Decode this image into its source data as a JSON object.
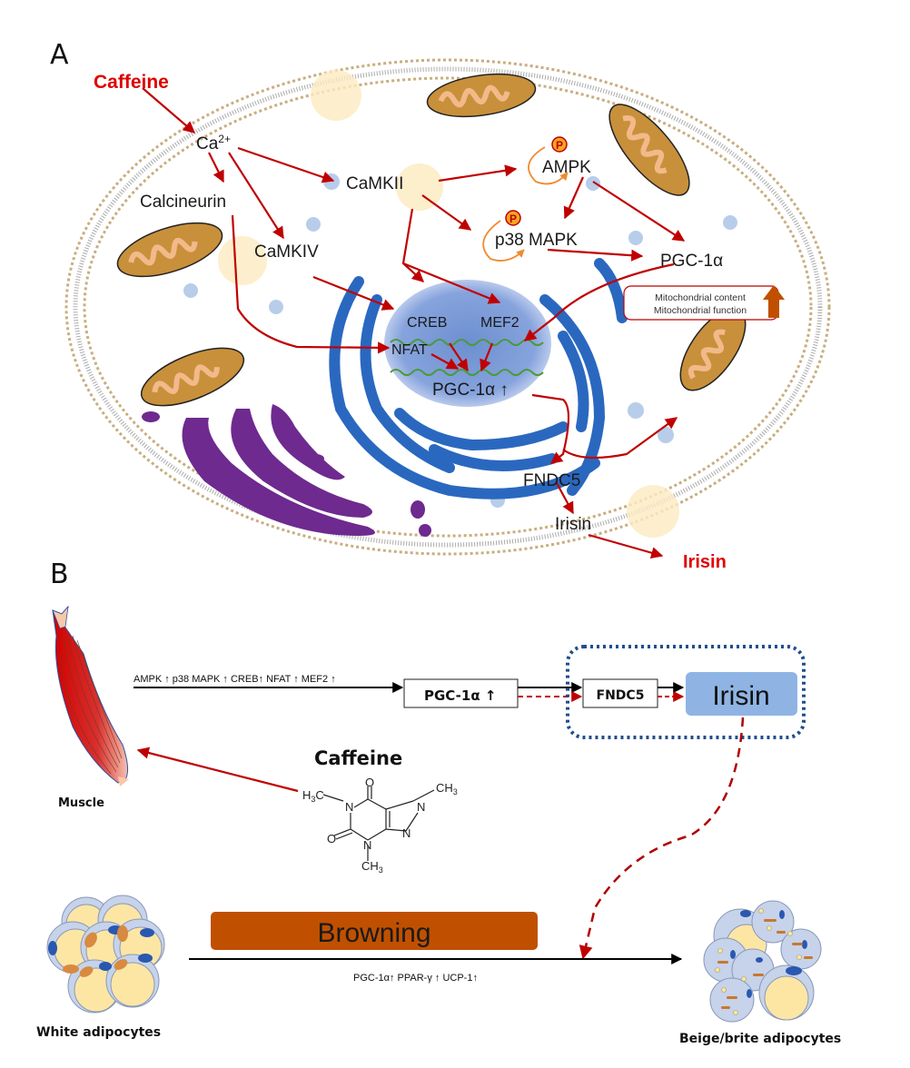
{
  "panel_a": {
    "label": "A",
    "stimulus": "Caffeine",
    "nodes": {
      "calcium": "Ca",
      "calcium_charge": "2+",
      "calcineurin": "Calcineurin",
      "camkii": "CaMKII",
      "camkiv": "CaMKIV",
      "ampk": "AMPK",
      "p38": "p38 MAPK",
      "pgc_cyto": "PGC-1α",
      "creb": "CREB",
      "mef2": "MEF2",
      "nfat": "NFAT",
      "pgc_nuc": "PGC-1α ↑",
      "fndc5": "FNDC5",
      "irisin_in": "Irisin",
      "irisin_out": "Irisin"
    },
    "phospho_badge": "P",
    "mito_box": {
      "line1": "Mitochondrial content",
      "line2": "Mitochondrial function"
    }
  },
  "panel_b": {
    "label": "B",
    "muscle_label": "Muscle",
    "pathway_text": "AMPK ↑ p38 MAPK ↑ CREB↑  NFAT ↑ MEF2 ↑",
    "pgc_box": "PGC-1α ↑",
    "fndc5_box": "FNDC5",
    "irisin_box": "Irisin",
    "caffeine_title": "Caffeine",
    "molecule": {
      "h3c": "H",
      "ch3": "CH",
      "sub3": "3",
      "n": "N",
      "o": "O"
    },
    "browning_label": "Browning",
    "browning_markers": "PGC-1α↑  PPAR-γ ↑  UCP-1↑",
    "white_label": "White adipocytes",
    "beige_label": "Beige/brite adipocytes"
  },
  "colors": {
    "arrow_red": "#c00000",
    "text_red": "#e00000",
    "nucleus_blue": "#2a68c0",
    "nucleus_fill": "#7e9fd8",
    "golgi_purple": "#6e2a8e",
    "mito_brown": "#c8903a",
    "mito_inner": "#f2b98a",
    "membrane": "#c8ae80",
    "browning_bar": "#c05000",
    "irisin_box": "#8fb4e3",
    "dotted_box": "#1f4e8c"
  }
}
